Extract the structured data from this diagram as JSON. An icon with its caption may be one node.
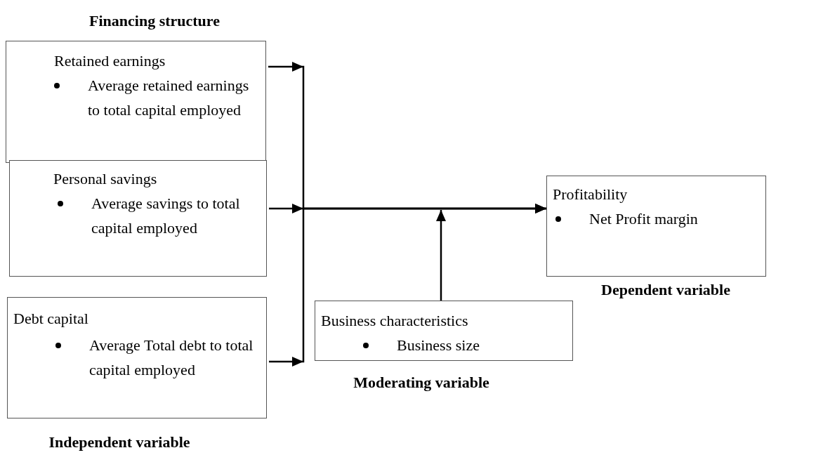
{
  "diagram": {
    "nodes": [
      {
        "text": [
          "Retained earnings",
          "Average retained earnings to total capital employed"
        ]
      },
      {
        "text": [
          "Personal savings",
          "Average savings to total capital employed"
        ]
      },
      {
        "text": [
          "Debt capital",
          "Average Total debt to total capital employed"
        ]
      },
      {
        "text": [
          "Profitability",
          "Net Profit margin"
        ],
        "beside": [
          "Dependent variable"
        ]
      },
      {
        "text": [
          "Business characteristics",
          "Business size"
        ],
        "beside": [
          "Moderating variable"
        ]
      }
    ],
    "edges": [
      {
        "from": 0,
        "to": 3,
        "arrow": "to"
      },
      {
        "from": 1,
        "to": 3,
        "arrow": "to"
      },
      {
        "from": 2,
        "to": 3,
        "arrow": "to"
      },
      {
        "from": 4,
        "to": null,
        "arrow": "to"
      }
    ],
    "labels": [
      "Financing structure",
      "Independent variable"
    ]
  }
}
